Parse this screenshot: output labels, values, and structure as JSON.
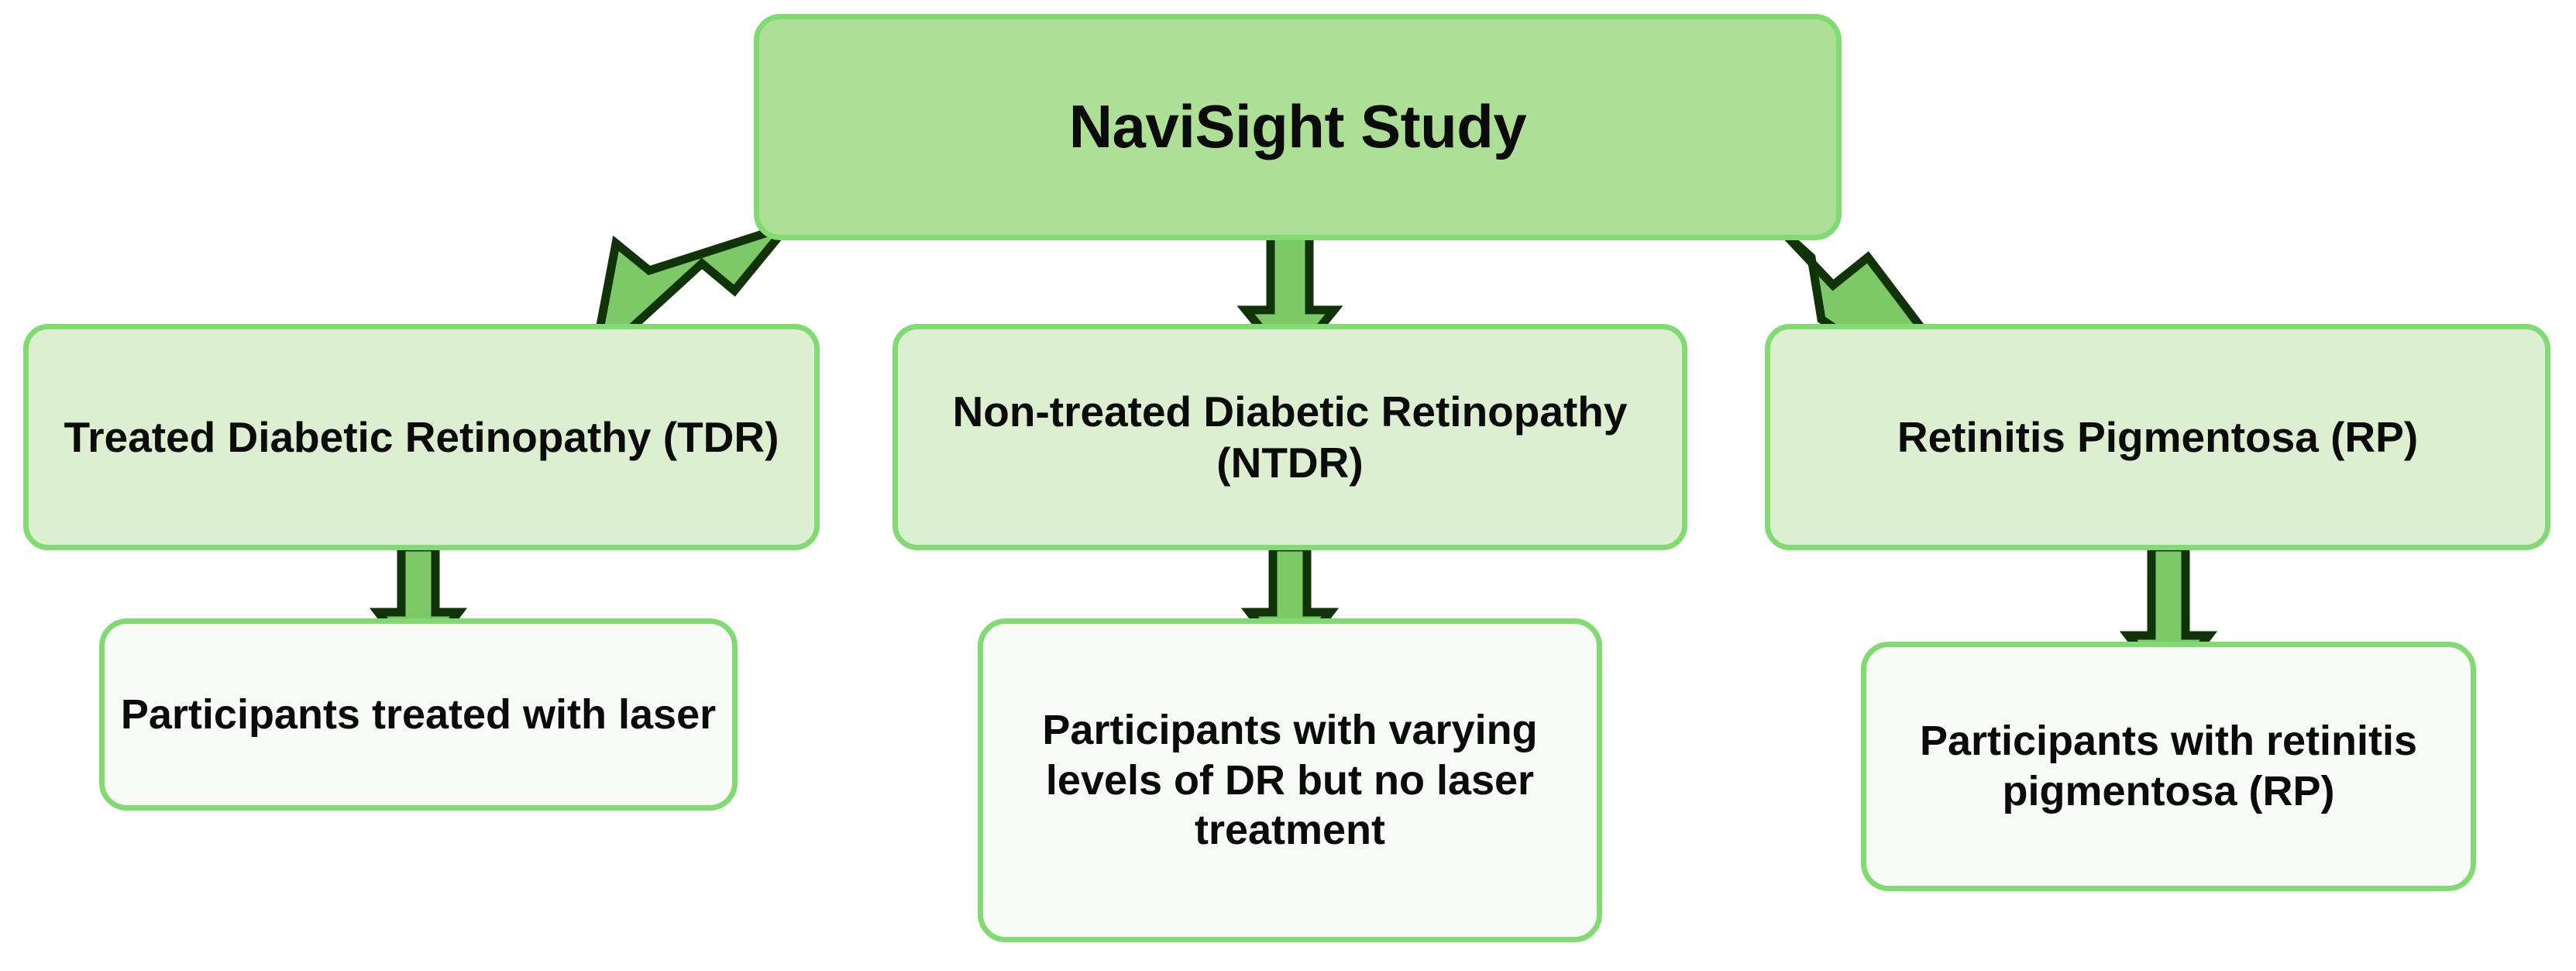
{
  "diagram": {
    "title": "NaviSight Study cohort flow chart",
    "type": "flowchart",
    "orientation": "top-down",
    "colors": {
      "root_fill": "#ADE096",
      "cohort_fill": "#DCEFD0",
      "leaf_fill": "#F8FAF7",
      "node_border": "#82DB72",
      "arrow_fill": "#7DC968",
      "arrow_outline": "#10330A",
      "text": "#0B0B0B",
      "background": "#FFFFFF"
    },
    "root": {
      "id": "root",
      "label": "NaviSight Study"
    },
    "cohorts": [
      {
        "id": "tdr",
        "label": "Treated Diabetic Retinopathy (TDR)",
        "abbreviation": "TDR",
        "leaf": {
          "id": "leaf-tdr",
          "label": "Participants treated with laser"
        }
      },
      {
        "id": "ntdr",
        "label": "Non-treated Diabetic Retinopathy (NTDR)",
        "abbreviation": "NTDR",
        "leaf": {
          "id": "leaf-ntdr",
          "label": "Participants with varying levels of DR but no laser treatment"
        }
      },
      {
        "id": "rp",
        "label": "Retinitis Pigmentosa (RP)",
        "abbreviation": "RP",
        "leaf": {
          "id": "leaf-rp",
          "label": "Participants with retinitis pigmentosa (RP)"
        }
      }
    ],
    "edges": [
      {
        "id": "edge-root-tdr",
        "from": "root",
        "to": "tdr",
        "style": "block-arrow",
        "direction": "down-left"
      },
      {
        "id": "edge-root-ntdr",
        "from": "root",
        "to": "ntdr",
        "style": "block-arrow",
        "direction": "down"
      },
      {
        "id": "edge-root-rp",
        "from": "root",
        "to": "rp",
        "style": "block-arrow",
        "direction": "down-right"
      },
      {
        "id": "edge-tdr-leaf",
        "from": "tdr",
        "to": "leaf-tdr",
        "style": "block-arrow",
        "direction": "down"
      },
      {
        "id": "edge-ntdr-leaf",
        "from": "ntdr",
        "to": "leaf-ntdr",
        "style": "block-arrow",
        "direction": "down"
      },
      {
        "id": "edge-rp-leaf",
        "from": "rp",
        "to": "leaf-rp",
        "style": "block-arrow",
        "direction": "down"
      }
    ]
  }
}
